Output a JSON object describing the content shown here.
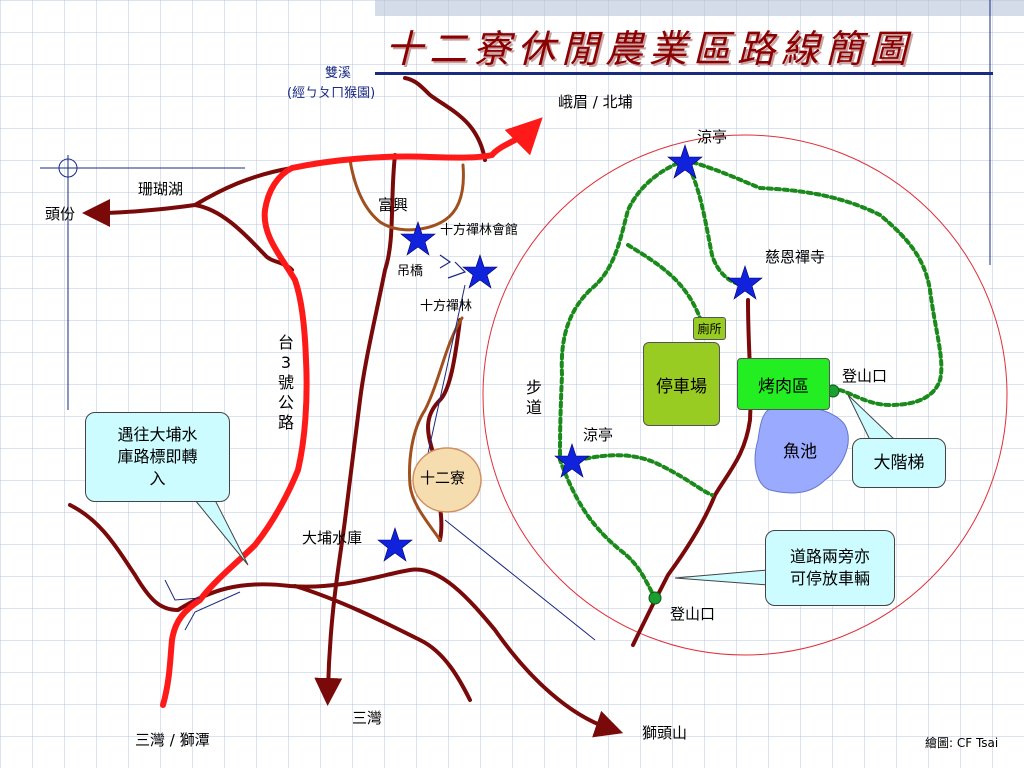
{
  "title": "十二寮休閒農業區路線簡圖",
  "credit": "繪圖: CF Tsai",
  "labels": {
    "shuangxi": "雙溪",
    "shuangxi_sub": "(經ㄅㄆㄇ猴園)",
    "emei": "峨眉 / 北埔",
    "shanhuhu": "珊瑚湖",
    "toufen": "頭份",
    "fuxing": "富興",
    "shifang_hall": "十方禪林會館",
    "suspension_bridge": "吊橋",
    "shifang": "十方禪林",
    "highway": "台3號公路",
    "shierliao": "十二寮",
    "dapu_reservoir": "大埔水庫",
    "sanwan_shitan": "三灣 / 獅潭",
    "sanwan": "三灣",
    "shitoushan": "獅頭山",
    "pavilion_top": "涼亭",
    "cien_temple": "慈恩禪寺",
    "toilet": "廁所",
    "parking": "停車場",
    "bbq": "烤肉區",
    "trailhead_east": "登山口",
    "trail": "步道",
    "pavilion_left": "涼亭",
    "fish_pond": "魚池",
    "big_stairs": "大階梯",
    "trailhead_south": "登山口"
  },
  "callouts": {
    "dapu_turn": "遇往大埔水庫路標即轉入",
    "roadside_parking": "道路兩旁亦可停放車輛"
  },
  "colors": {
    "title": "#8b0000",
    "highway": "#ff1a1a",
    "road": "#7a0a0a",
    "branch": "#a0501e",
    "trail": "#1a8a1a",
    "star": "#1122dd",
    "parking": "#99cc22",
    "bbq": "#22ee22",
    "pond": "#99aaff",
    "callout": "#ccfcff"
  }
}
